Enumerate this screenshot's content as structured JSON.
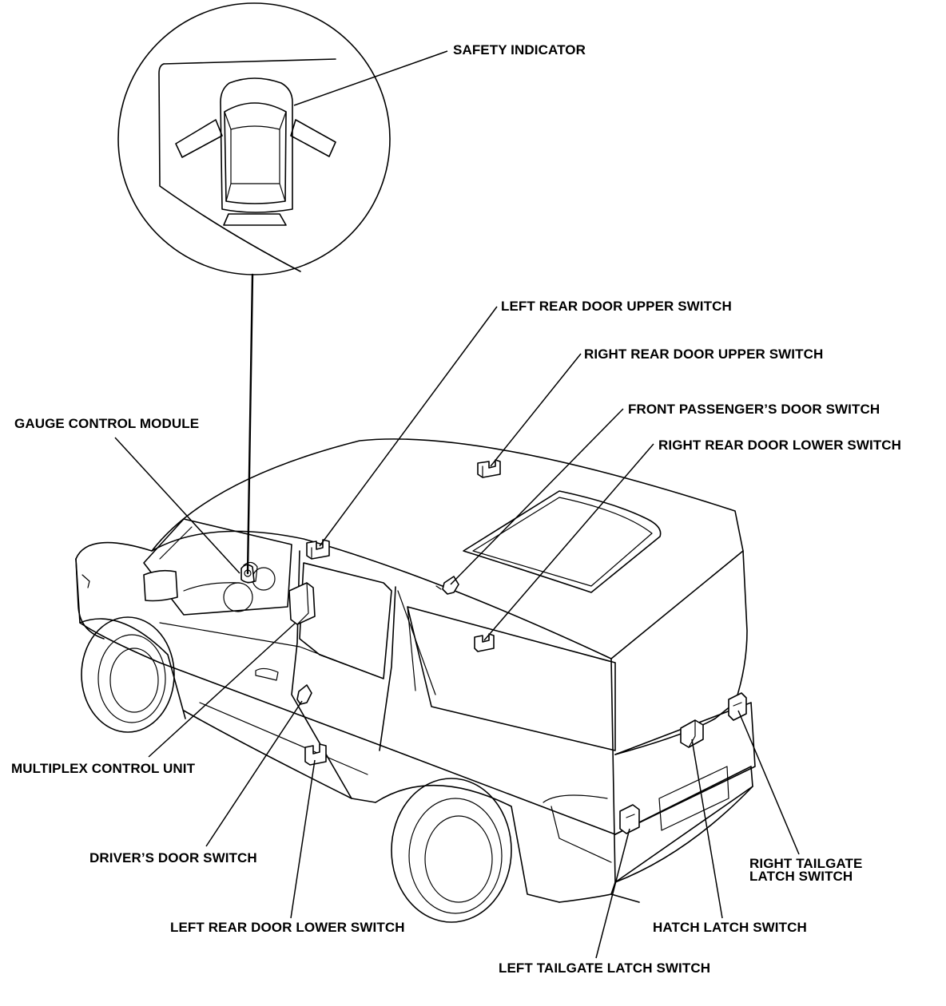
{
  "labels": {
    "safety_indicator": "SAFETY INDICATOR",
    "left_rear_door_upper_switch": "LEFT REAR DOOR UPPER SWITCH",
    "right_rear_door_upper_switch": "RIGHT REAR DOOR UPPER SWITCH",
    "front_passengers_door_switch": "FRONT PASSENGER’S DOOR SWITCH",
    "right_rear_door_lower_switch": "RIGHT REAR DOOR LOWER SWITCH",
    "gauge_control_module": "GAUGE CONTROL MODULE",
    "multiplex_control_unit": "MULTIPLEX CONTROL UNIT",
    "drivers_door_switch": "DRIVER’S DOOR SWITCH",
    "left_rear_door_lower_switch": "LEFT REAR DOOR LOWER SWITCH",
    "right_tailgate_latch_switch_line1": "RIGHT TAILGATE",
    "right_tailgate_latch_switch_line2": "LATCH SWITCH",
    "hatch_latch_switch": "HATCH LATCH SWITCH",
    "left_tailgate_latch_switch": "LEFT TAILGATE LATCH SWITCH"
  },
  "colors": {
    "line": "#000000",
    "background": "#ffffff"
  },
  "icons": [
    "car-top-view-indicator-icon",
    "switch-icon",
    "control-unit-icon"
  ]
}
